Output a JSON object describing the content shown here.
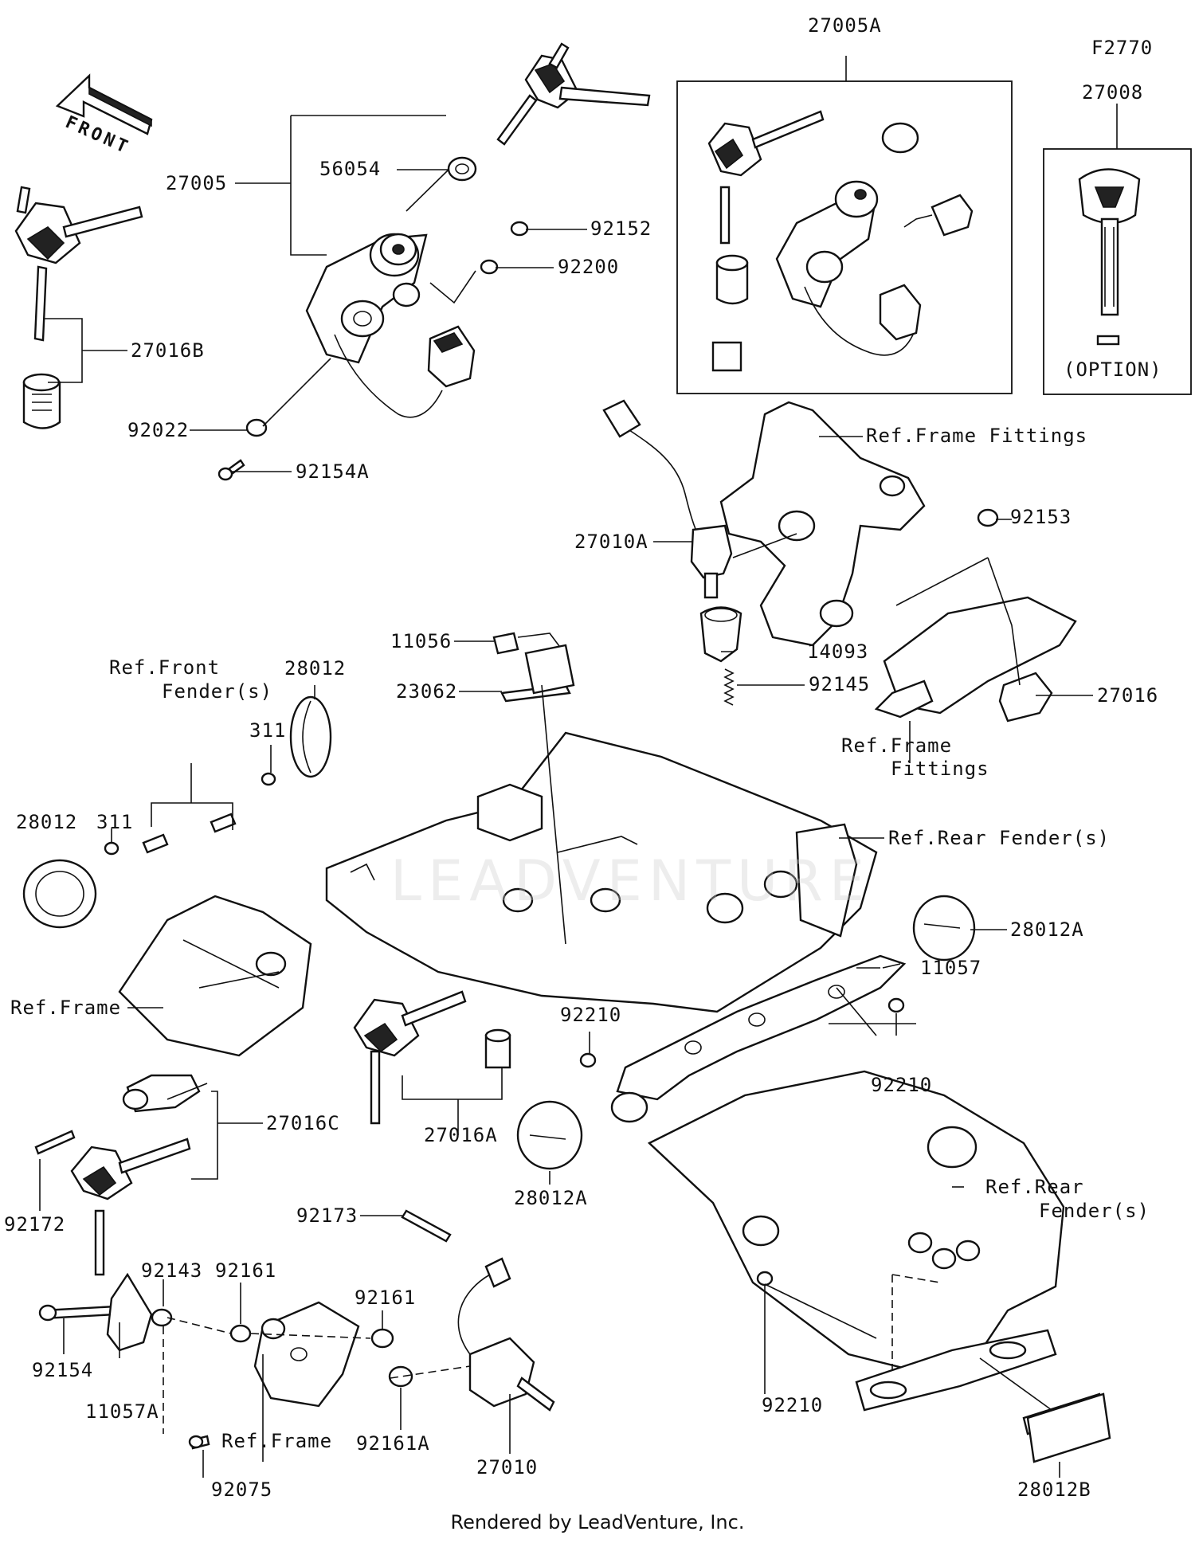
{
  "diagram_code": "F2770",
  "front_label": "FRONT",
  "watermark": "LEADVENTURE",
  "footer": "Rendered by LeadVenture, Inc.",
  "option_label": "(OPTION)",
  "callouts": {
    "p27005A": "27005A",
    "p27008": "27008",
    "p27005": "27005",
    "p56054": "56054",
    "p92152": "92152",
    "p92200": "92200",
    "p27016B": "27016B",
    "p92022": "92022",
    "p92154A": "92154A",
    "ref_frame_fittings_top": "Ref.Frame Fittings",
    "p92153": "92153",
    "p27010A": "27010A",
    "p11056": "11056",
    "p23062": "23062",
    "p14093": "14093",
    "p92145": "92145",
    "p27016": "27016",
    "ref_frame_fittings_mid_1": "Ref.Frame",
    "ref_frame_fittings_mid_2": "Fittings",
    "ref_front_fender_1": "Ref.Front",
    "ref_front_fender_2": "Fender(s)",
    "p28012_top": "28012",
    "p311_top": "311",
    "p28012_left": "28012",
    "p311_left": "311",
    "ref_rear_fender_top": "Ref.Rear Fender(s)",
    "p28012A_right": "28012A",
    "p11057": "11057",
    "ref_frame_left": "Ref.Frame",
    "p92210_mid": "92210",
    "p92210_right": "92210",
    "p27016C": "27016C",
    "p27016A": "27016A",
    "p92172": "92172",
    "ref_rear_fender_low_1": "Ref.Rear",
    "ref_rear_fender_low_2": "Fender(s)",
    "p92173": "92173",
    "p28012A_mid": "28012A",
    "p92143": "92143",
    "p92161_left": "92161",
    "p92161_right": "92161",
    "p92154": "92154",
    "p11057A": "11057A",
    "ref_frame_bottom": "Ref.Frame",
    "p92161A": "92161A",
    "p27010": "27010",
    "p92210_bottom": "92210",
    "p92075": "92075",
    "p28012B": "28012B"
  }
}
